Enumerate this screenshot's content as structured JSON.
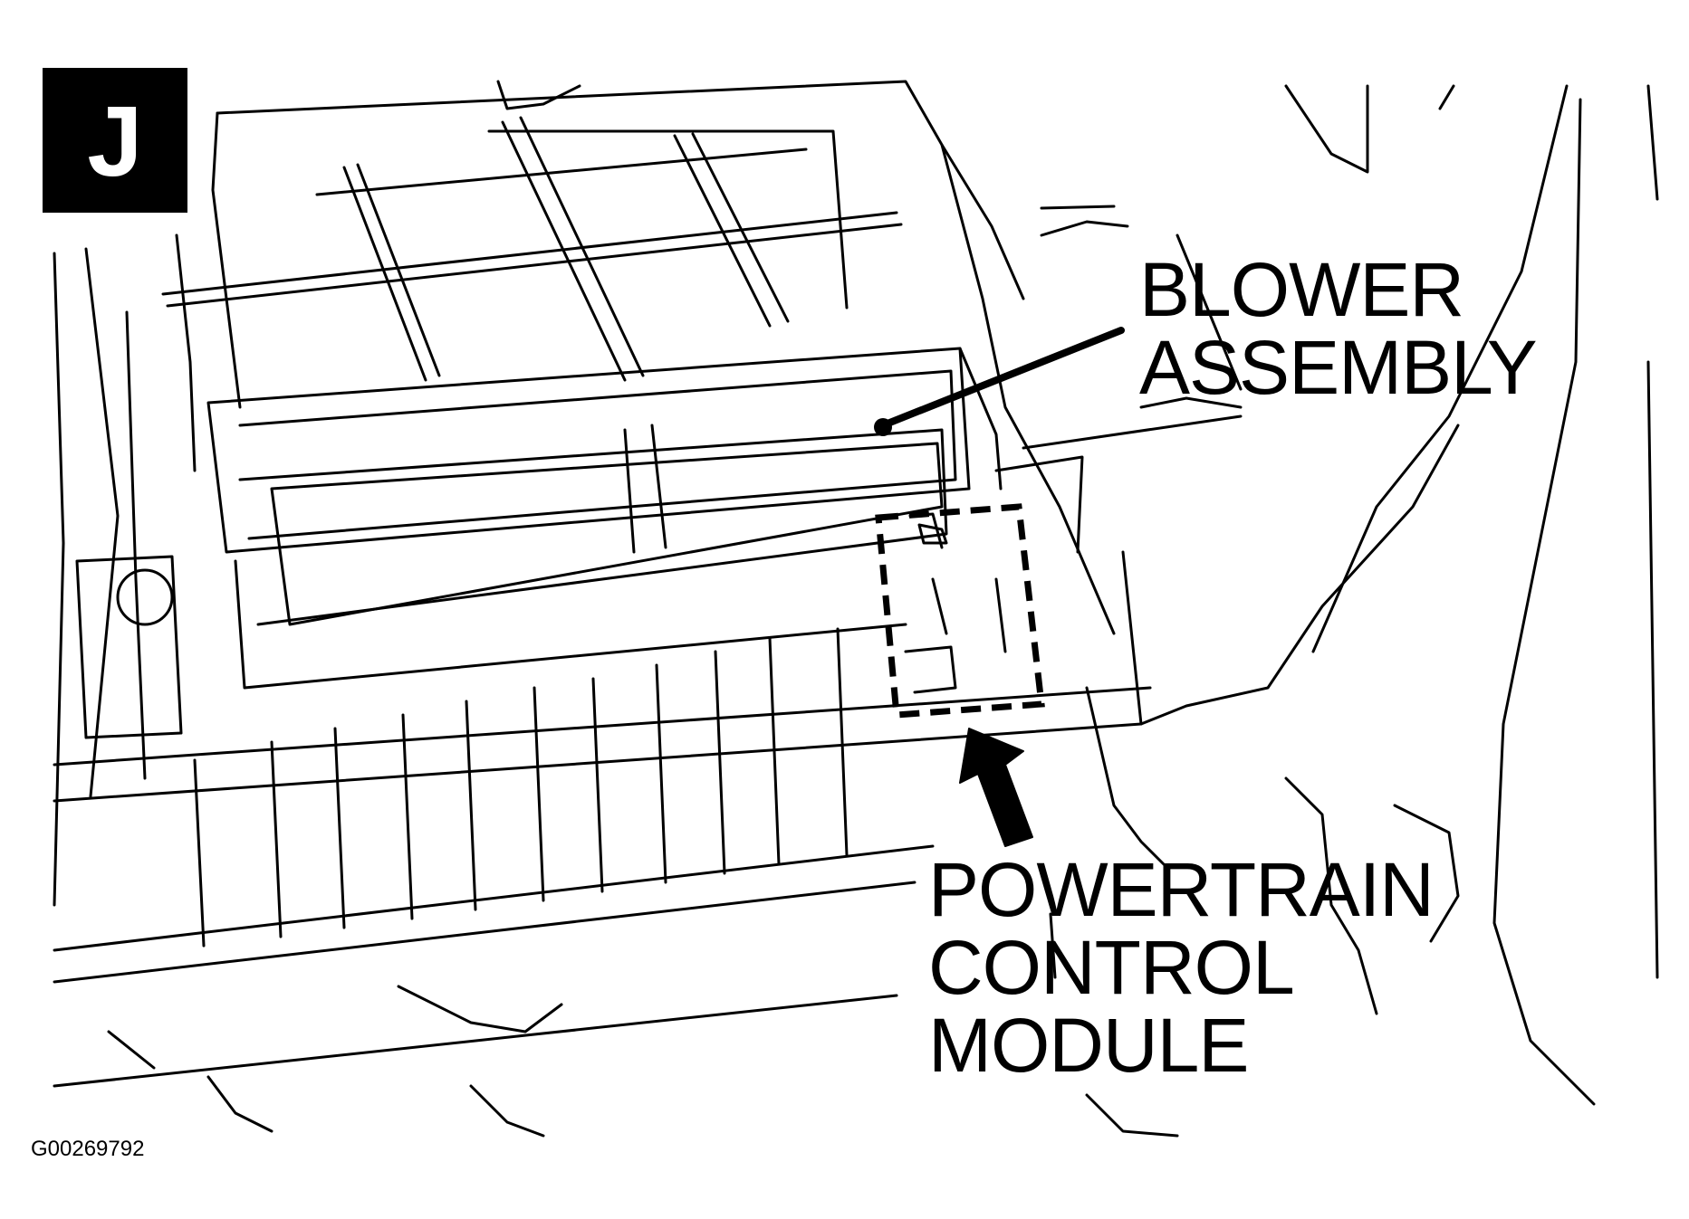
{
  "figure": {
    "badge_letter": "J",
    "labels": {
      "blower_assembly": [
        "BLOWER",
        "ASSEMBLY"
      ],
      "powertrain_control_module": [
        "POWERTRAIN",
        "CONTROL",
        "MODULE"
      ]
    },
    "figure_code": "G00269792",
    "colors": {
      "ink": "#000000",
      "background": "#ffffff"
    }
  }
}
